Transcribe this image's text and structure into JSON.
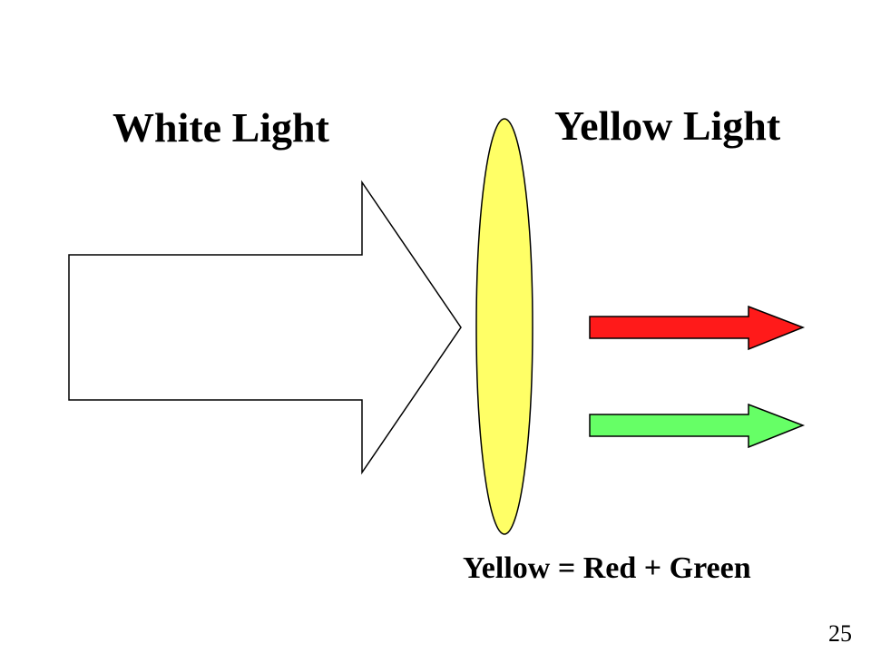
{
  "labels": {
    "white_light": "White Light",
    "yellow_light": "Yellow Light",
    "equation": "Yellow = Red + Green"
  },
  "slide_number": "25",
  "colors": {
    "filter": "#ffff66",
    "red_beam": "#ff1a1a",
    "green_beam": "#66ff66",
    "white_beam": "#ffffff",
    "outline": "#000000"
  }
}
